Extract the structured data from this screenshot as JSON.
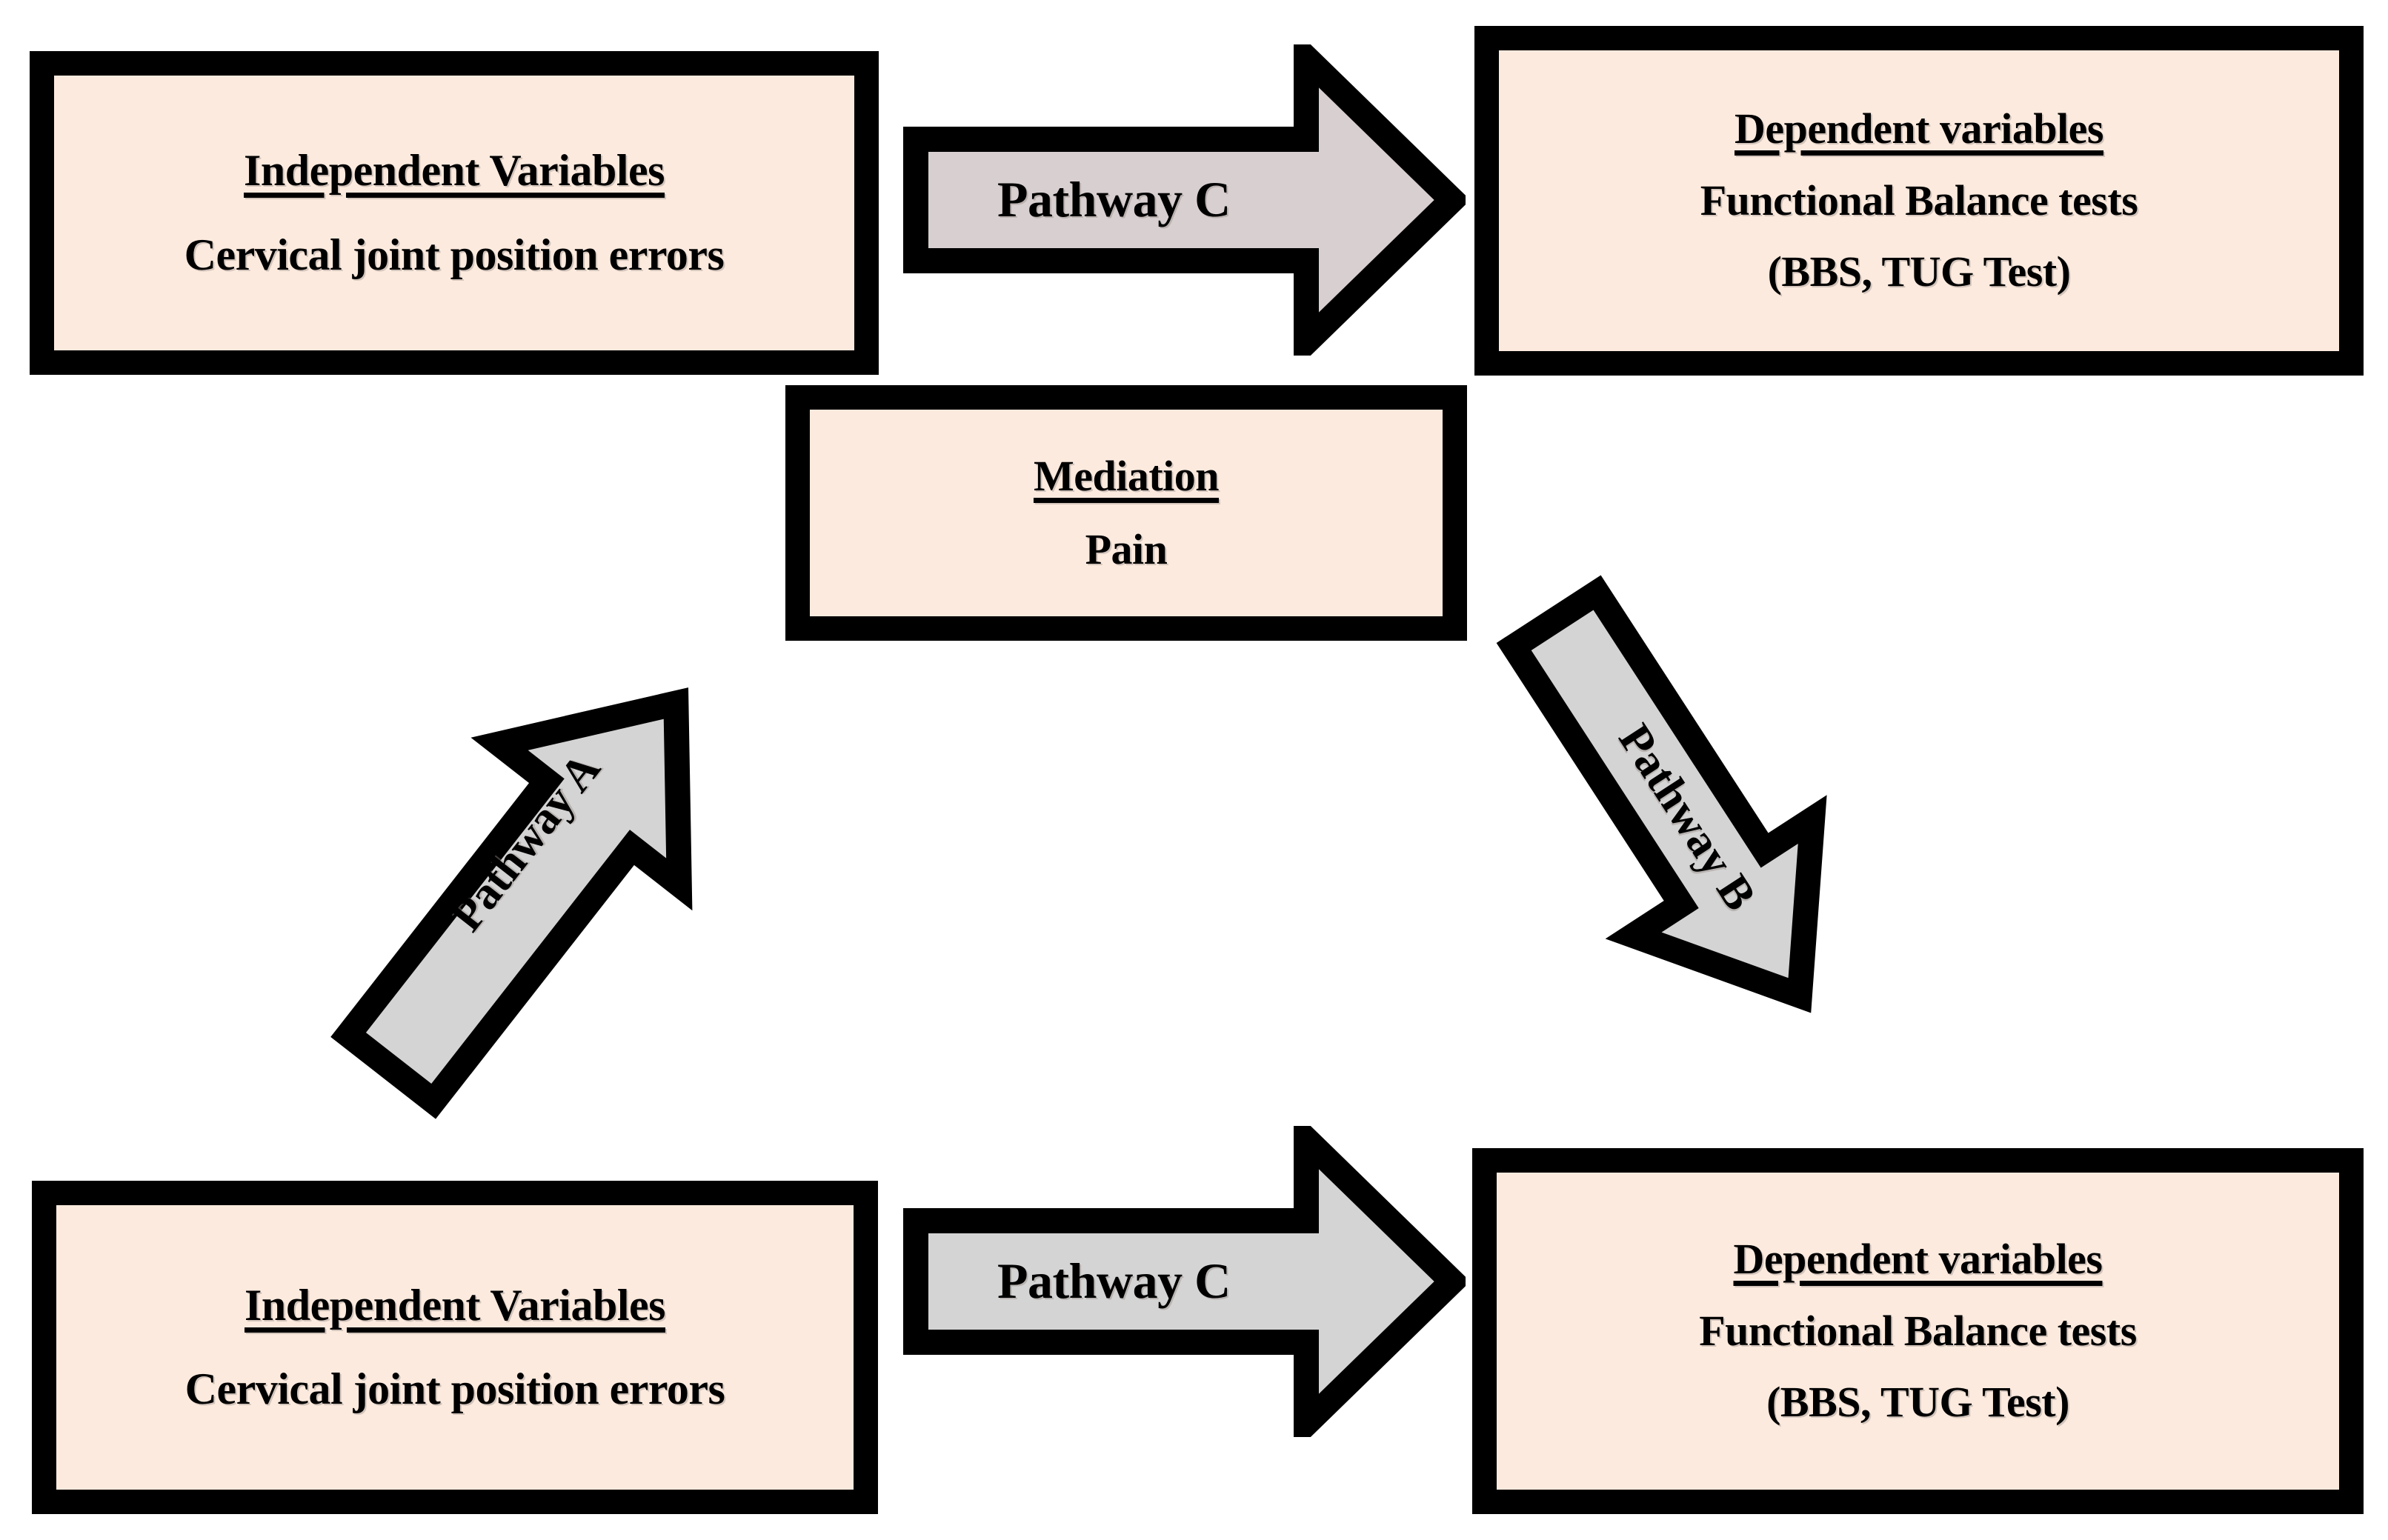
{
  "diagram": {
    "type": "mediation-pathway-diagram",
    "background_color": "#ffffff",
    "box_fill_color": "#fceade",
    "box_border_color": "#000000",
    "arrow_fill_top": "#d8cfd0",
    "arrow_fill_bottom": "#d4d4d4",
    "arrow_border_color": "#000000"
  },
  "top_row": {
    "independent_box": {
      "title": "Independent Variables",
      "line2": "Cervical joint position errors"
    },
    "pathway_c_arrow": {
      "label": "Pathway C",
      "direction": "right"
    },
    "dependent_box": {
      "title": "Dependent variables",
      "line2": "Functional Balance tests",
      "line3": "(BBS, TUG Test)"
    }
  },
  "mediation_box": {
    "title": "Mediation",
    "line2": "Pain"
  },
  "pathway_a_arrow": {
    "label": "Pathway A",
    "direction": "up-right"
  },
  "pathway_b_arrow": {
    "label": "Pathway B",
    "direction": "down-right"
  },
  "bottom_row": {
    "independent_box": {
      "title": "Independent Variables",
      "line2": "Cervical joint position errors"
    },
    "pathway_c_arrow": {
      "label": "Pathway C",
      "direction": "right"
    },
    "dependent_box": {
      "title": "Dependent variables",
      "line2": "Functional Balance tests",
      "line3": "(BBS, TUG Test)"
    }
  }
}
